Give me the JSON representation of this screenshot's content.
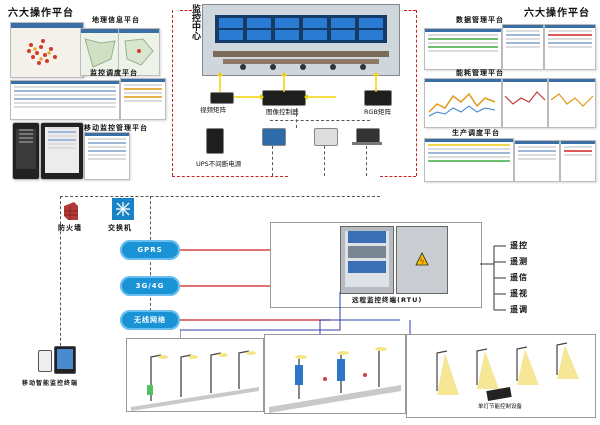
{
  "left_header": "六大操作平台",
  "right_header": "六大操作平台",
  "center_title": "监控中心",
  "platforms_left": [
    {
      "label": "地理信息平台"
    },
    {
      "label": "监控调度平台"
    },
    {
      "label": "移动监控管理平台"
    }
  ],
  "platforms_right": [
    {
      "label": "数据管理平台"
    },
    {
      "label": "能耗管理平台"
    },
    {
      "label": "生产调度平台"
    }
  ],
  "devices": {
    "video_matrix": "视频矩阵",
    "image_controller": "图像控制器",
    "rgb_matrix": "RGB矩阵",
    "ups": "UPS不间断电源"
  },
  "network": {
    "firewall": "防火墙",
    "switch": "交换机",
    "clouds": [
      "GPRS",
      "3G/4G",
      "无线网络"
    ],
    "mobile_terminal": "移动智能监控终端"
  },
  "rtu": {
    "label": "远程监控终端(RTU)"
  },
  "controls": [
    "遥控",
    "遥测",
    "遥信",
    "遥视",
    "遥调"
  ],
  "single_lamp_device": "单灯节能控制设备"
}
